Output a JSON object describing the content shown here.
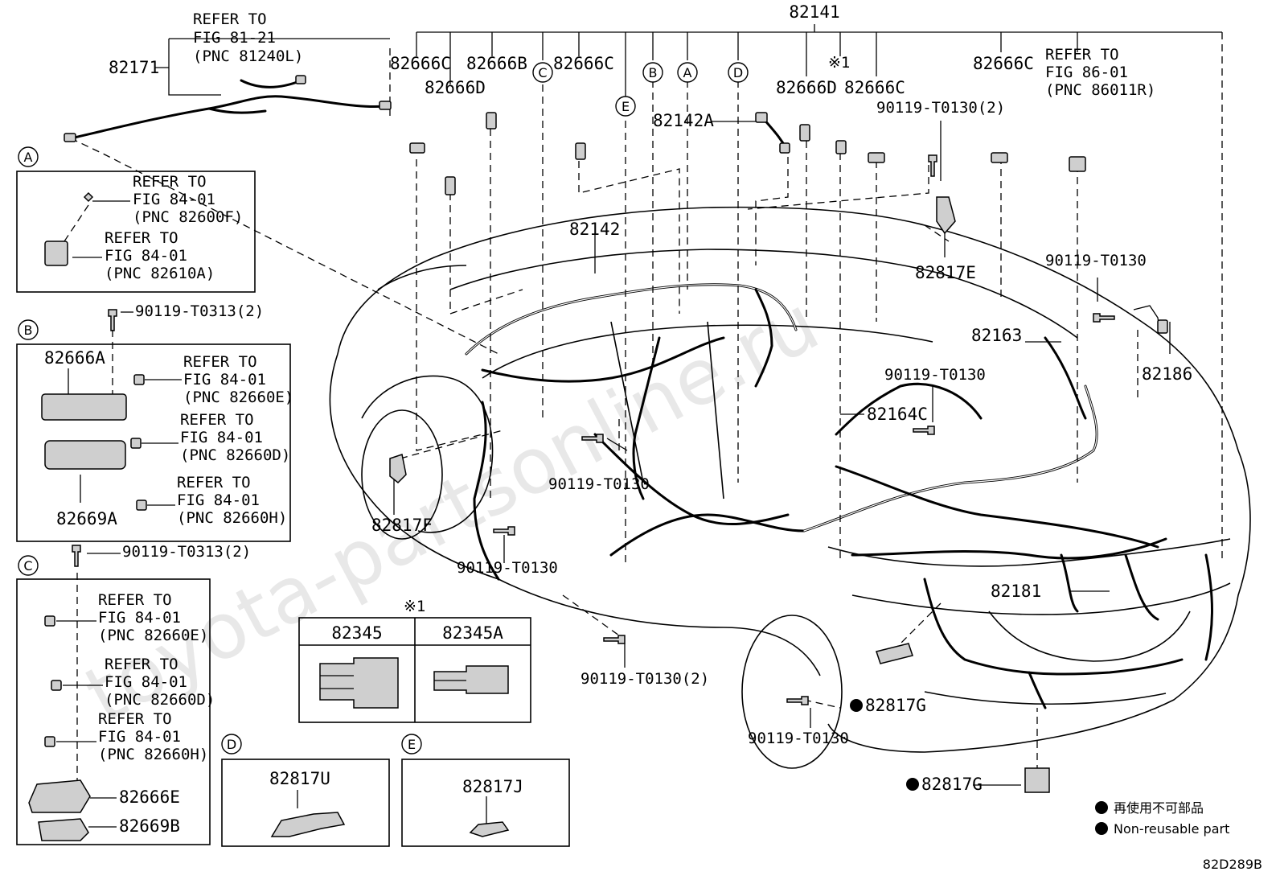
{
  "watermark": "toyota-partsonline.ru",
  "diagram_code": "82D289B",
  "legend": {
    "jp": "再使用不可部品",
    "en": "Non-reusable part"
  },
  "top_labels": {
    "p82141": "82141",
    "p82171": "82171",
    "ref_81": [
      "REFER TO",
      "FIG 81-21",
      "(PNC 81240L)"
    ],
    "p82666C_1": "82666C",
    "p82666D_1": "82666D",
    "p82666B": "82666B",
    "p82666C_2": "82666C",
    "p82142A": "82142A",
    "p82666D_2": "82666D",
    "p82666C_3": "82666C",
    "p82666C_4": "82666C",
    "note1": "※1",
    "bolt_t0130_2": "90119-T0130(2)",
    "ref_86": [
      "REFER TO",
      "FIG 86-01",
      "(PNC 86011R)"
    ],
    "p82142": "82142",
    "p82817E": "82817E",
    "bolt_t0130_a": "90119-T0130",
    "p82163": "82163",
    "p82186": "82186",
    "bolt_t0130_b": "90119-T0130",
    "p82164C": "82164C",
    "bolt_t0130_c": "90119-T0130",
    "p82817F": "82817F",
    "bolt_t0130_d": "90119-T0130",
    "p82181": "82181",
    "bolt_t0130_e": "90119-T0130(2)",
    "p82817G_1": "82817G",
    "bolt_t0130_f": "90119-T0130",
    "p82817G_2": "82817G"
  },
  "callouts": [
    "A",
    "B",
    "C",
    "D",
    "E"
  ],
  "box_a": {
    "ref1": [
      "REFER TO",
      "FIG 84-01",
      "(PNC 82600F)"
    ],
    "ref2": [
      "REFER TO",
      "FIG 84-01",
      "(PNC 82610A)"
    ]
  },
  "box_b": {
    "bolt": "90119-T0313(2)",
    "p1": "82666A",
    "p2": "82669A",
    "ref1": [
      "REFER TO",
      "FIG 84-01",
      "(PNC 82660E)"
    ],
    "ref2": [
      "REFER TO",
      "FIG 84-01",
      "(PNC 82660D)"
    ],
    "ref3": [
      "REFER TO",
      "FIG 84-01",
      "(PNC 82660H)"
    ]
  },
  "box_c": {
    "bolt": "90119-T0313(2)",
    "ref1": [
      "REFER TO",
      "FIG 84-01",
      "(PNC 82660E)"
    ],
    "ref2": [
      "REFER TO",
      "FIG 84-01",
      "(PNC 82660D)"
    ],
    "ref3": [
      "REFER TO",
      "FIG 84-01",
      "(PNC 82660H)"
    ],
    "p1": "82666E",
    "p2": "82669B"
  },
  "box_d": {
    "p": "82817U"
  },
  "box_e": {
    "p": "82817J"
  },
  "table_345": {
    "note": "※1",
    "col1": "82345",
    "col2": "82345A"
  }
}
